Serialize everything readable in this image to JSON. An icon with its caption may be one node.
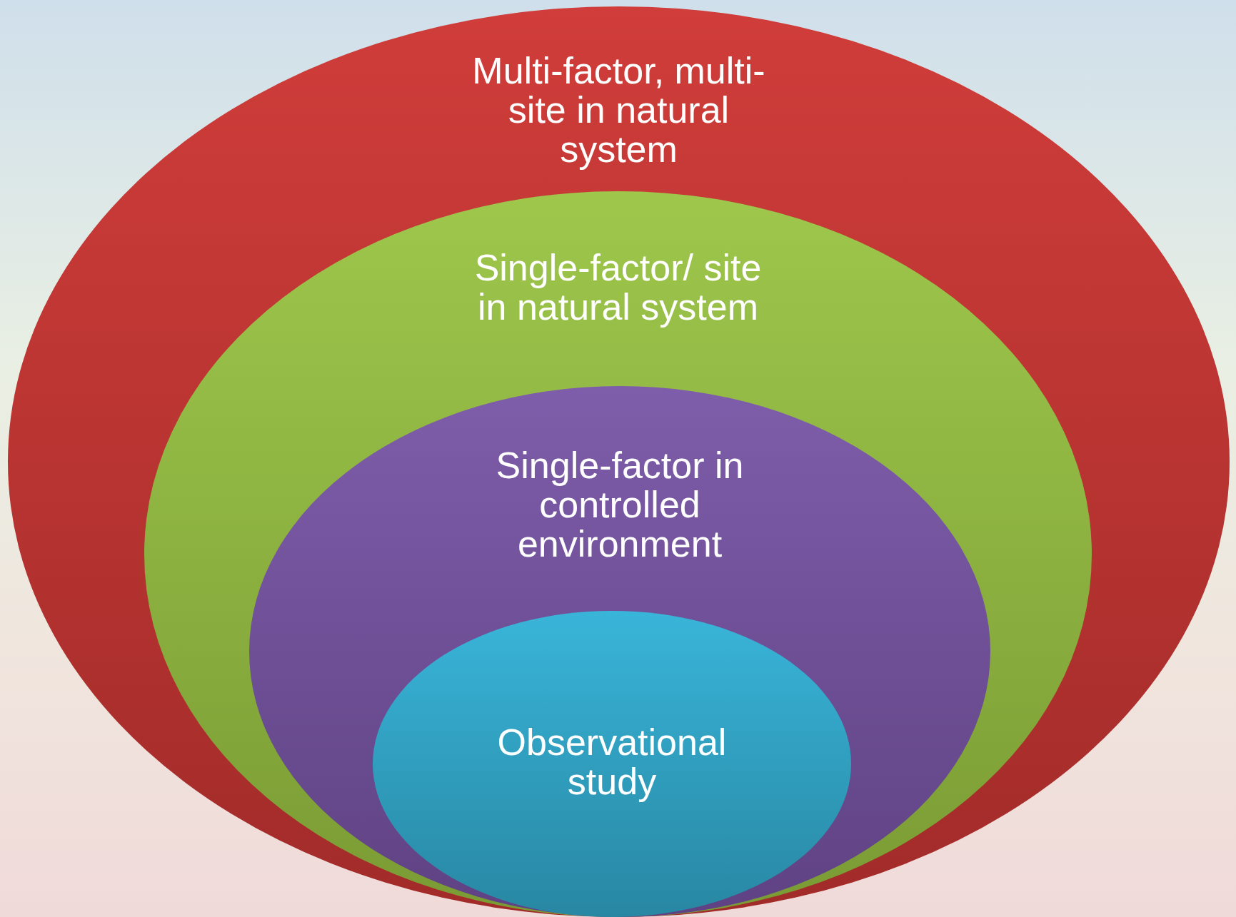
{
  "diagram": {
    "nodes": [
      {
        "text": [
          "Multi-factor, multi-site in natural system"
        ]
      },
      {
        "text": [
          "Single-factor/ site in natural system"
        ],
        "in": 0
      },
      {
        "text": [
          "Single-factor in controlled environment"
        ],
        "in": 1
      },
      {
        "text": [
          "Observational study"
        ],
        "in": 2
      }
    ]
  }
}
